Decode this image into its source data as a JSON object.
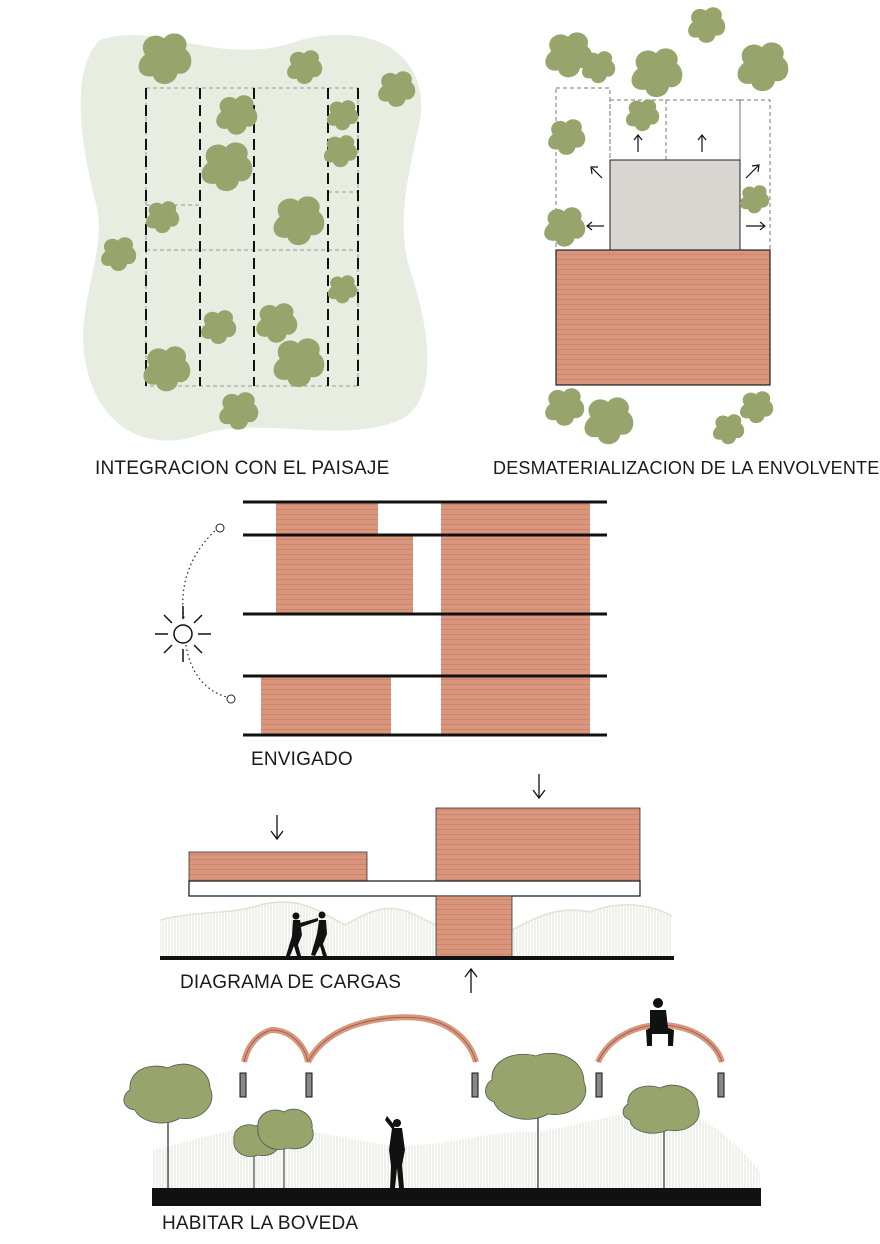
{
  "captions": {
    "landscape": "INTEGRACION CON EL PAISAJE",
    "envelope": "DESMATERIALIZACION DE LA ENVOLVENTE",
    "beams": "ENVIGADO",
    "loads": "DIAGRAMA DE CARGAS",
    "vault": "HABITAR LA BOVEDA"
  },
  "colors": {
    "blob": "#e8ede2",
    "tree": "#97a46b",
    "tree_dark": "#7f8c57",
    "brick": "#d9967c",
    "brick_line": "#c07e65",
    "grey_volume": "#d9d6d1",
    "hills": "#dde4d4",
    "ink": "#111111"
  },
  "icons": [
    "tree-icon",
    "sun-icon",
    "arrow-icon",
    "person-silhouette-icon"
  ]
}
